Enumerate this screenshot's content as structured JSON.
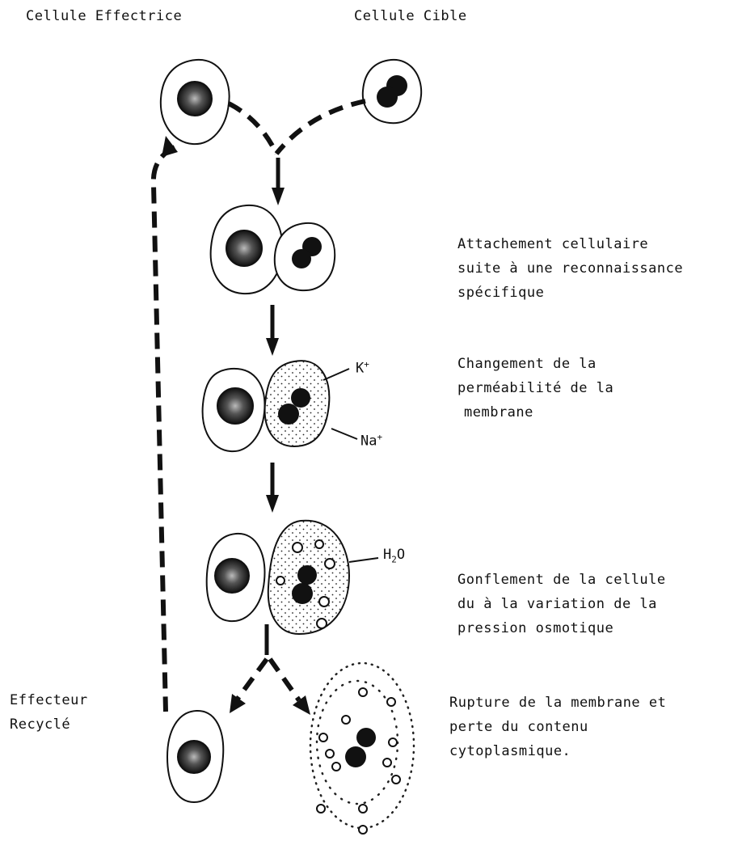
{
  "labels": {
    "effector_cell": "Cellule Effectrice",
    "target_cell": "Cellule Cible",
    "recycled_line1": "Effecteur",
    "recycled_line2": "Recyclé"
  },
  "steps": [
    {
      "line1": "Attachement cellulaire",
      "line2": "suite à une reconnaissance",
      "line3": "spécifique"
    },
    {
      "line1": "Changement de la",
      "line2": "perméabilité de la",
      "line3": "membrane"
    },
    {
      "line1": "Gonflement de la cellule",
      "line2": "du à la variation de la",
      "line3": "pression osmotique"
    },
    {
      "line1": "Rupture de la membrane et",
      "line2": "perte du contenu",
      "line3": "cytoplasmique."
    }
  ],
  "ions": {
    "k": "K",
    "k_charge": "+",
    "na": "Na",
    "na_charge": "+",
    "water_h": "H",
    "water_sub": "2",
    "water_o": "O"
  }
}
